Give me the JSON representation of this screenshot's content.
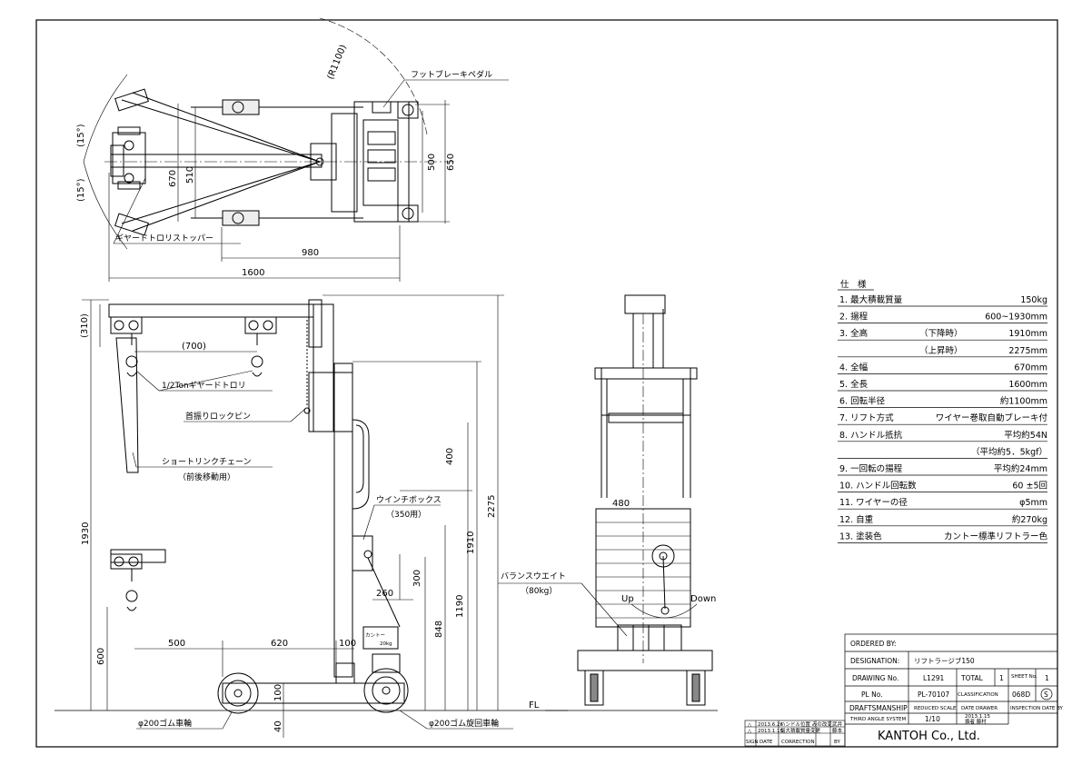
{
  "dimensions": {
    "top": {
      "r1100": "(R1100)",
      "angle_top": "(15°)",
      "angle_bottom": "(15°)",
      "d670": "670",
      "d510": "510",
      "d500": "500",
      "d650": "650",
      "d980": "980",
      "d1600": "1600"
    },
    "side": {
      "d310": "(310)",
      "d700": "(700)",
      "d1930": "1930",
      "d600": "600",
      "d500": "500",
      "d620": "620",
      "d100a": "100",
      "d100b": "100",
      "d40": "40",
      "d400": "400",
      "d300": "300",
      "d260": "260",
      "d848": "848",
      "d1190": "1190",
      "d1910": "1910",
      "d2275": "2275"
    },
    "front": {
      "d480": "480",
      "up": "Up",
      "down": "Down"
    },
    "fl": "FL"
  },
  "labels": {
    "foot_brake": "フットブレーキペダル",
    "geared_stopper": "ギヤードトロリストッパー",
    "geared_trolley": "1/2Tonギヤードトロリ",
    "lock_pin": "首振りロックピン",
    "chain_1": "ショートリンクチェーン",
    "chain_2": "（前後移動用）",
    "winch_1": "ウインチボックス",
    "winch_2": "（350用）",
    "balance_1": "バランスウエイト",
    "balance_2": "（80kg）",
    "tag_1": "カントー",
    "tag_2": "20kg",
    "wheel_rubber": "φ200ゴム車輪",
    "wheel_swivel": "φ200ゴム旋回車輪"
  },
  "spec": {
    "title": "仕　様",
    "rows": [
      {
        "name": "1. 最大積載質量",
        "mid": "",
        "value": "150kg"
      },
      {
        "name": "2. 揚程",
        "mid": "",
        "value": "600~1930mm"
      },
      {
        "name": "3. 全高",
        "mid": "（下降時）",
        "value": "1910mm"
      },
      {
        "name": "",
        "mid": "（上昇時）",
        "value": "2275mm"
      },
      {
        "name": "4. 全幅",
        "mid": "",
        "value": "670mm"
      },
      {
        "name": "5. 全長",
        "mid": "",
        "value": "1600mm"
      },
      {
        "name": "6. 回転半径",
        "mid": "",
        "value": "約1100mm"
      },
      {
        "name": "7. リフト方式",
        "mid": "",
        "value": "ワイヤー巻取自動ブレーキ付"
      },
      {
        "name": "8. ハンドル抵抗",
        "mid": "",
        "value": "平均約54N"
      },
      {
        "name": "",
        "mid": "",
        "value": "（平均約5．5kgf）"
      },
      {
        "name": "9. 一回転の揚程",
        "mid": "",
        "value": "平均約24mm"
      },
      {
        "name": "10. ハンドル回転数",
        "mid": "",
        "value": "60 ±5回"
      },
      {
        "name": "11. ワイヤーの径",
        "mid": "",
        "value": "φ5mm"
      },
      {
        "name": "12. 自重",
        "mid": "",
        "value": "約270kg"
      },
      {
        "name": "13. 塗装色",
        "mid": "",
        "value": "カントー標準リフトラー色"
      }
    ]
  },
  "title_block": {
    "ordered_by_label": "ORDERED BY:",
    "designation_label": "DESIGNATION:",
    "designation_value": "リフトラージブ150",
    "drawing_no_label": "DRAWING No.",
    "drawing_no_value": "L1291",
    "total_label": "TOTAL",
    "total_value": "1",
    "sheet_label": "SHEET No.",
    "sheet_value": "1",
    "pl_no_label": "PL No.",
    "pl_no_value": "PL-70107",
    "classification_label": "CLASSIFICATION",
    "classification_value": "068D",
    "classification_mark": "S",
    "draftsmanship_label": "DRAFTSMANSHIP",
    "reduced_scale_label": "REDUCED SCALE",
    "date_drawer_label": "DATE DRAWER",
    "inspection_label": "INSPECTION DATE BY",
    "third_angle_label": "THIRD ANGLE SYSTEM",
    "scale_value": "1/10",
    "drawer_date": "2013.1.15",
    "drawer_name": "撰者 藤村",
    "company": "KANTOH Co., Ltd."
  },
  "revisions": {
    "rows": [
      {
        "mark": "△",
        "date": "2013.6.26",
        "correction": "ハンドル位置 みの改変",
        "by": "武井"
      },
      {
        "mark": "△",
        "date": "2013.1.15",
        "correction": "最大積載質量変更",
        "by": "藤本"
      }
    ],
    "header": {
      "sign": "SIGN",
      "date": "DATE",
      "correction": "CORRECTION",
      "by": "BY"
    }
  }
}
